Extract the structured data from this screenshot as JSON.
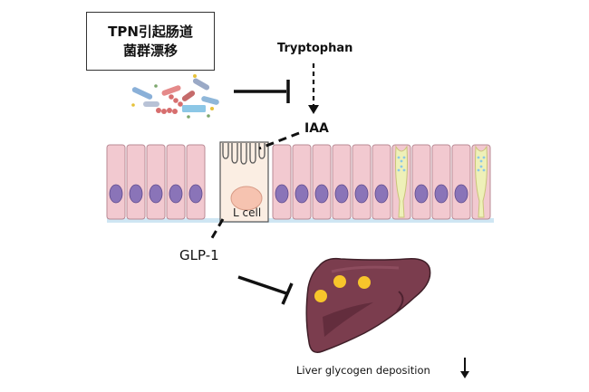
{
  "labels": {
    "tpn_line1": "TPN引起肠道",
    "tpn_line2": "菌群漂移",
    "tryptophan": "Tryptophan",
    "iaa": "IAA",
    "l_cell": "L cell",
    "glp1": "GLP-1",
    "liver_outcome": "Liver glycogen deposition"
  },
  "colors": {
    "epithelial_cell": "#f2c9d0",
    "nucleus": "#8a74b8",
    "goblet_cell": "#eef0b8",
    "l_cell": "#fbeee3",
    "l_cell_nucleus": "#f6c3b0",
    "liver": "#7b3d4e",
    "glycogen_spot": "#f7c52b",
    "basement_membrane": "#cfe6f3"
  },
  "icons": {
    "bacteria": "bacteria-cluster-icon",
    "inhibit": "inhibition-bar-arrow",
    "stimulate": "dashed-arrow",
    "decrease": "down-arrow-icon"
  }
}
